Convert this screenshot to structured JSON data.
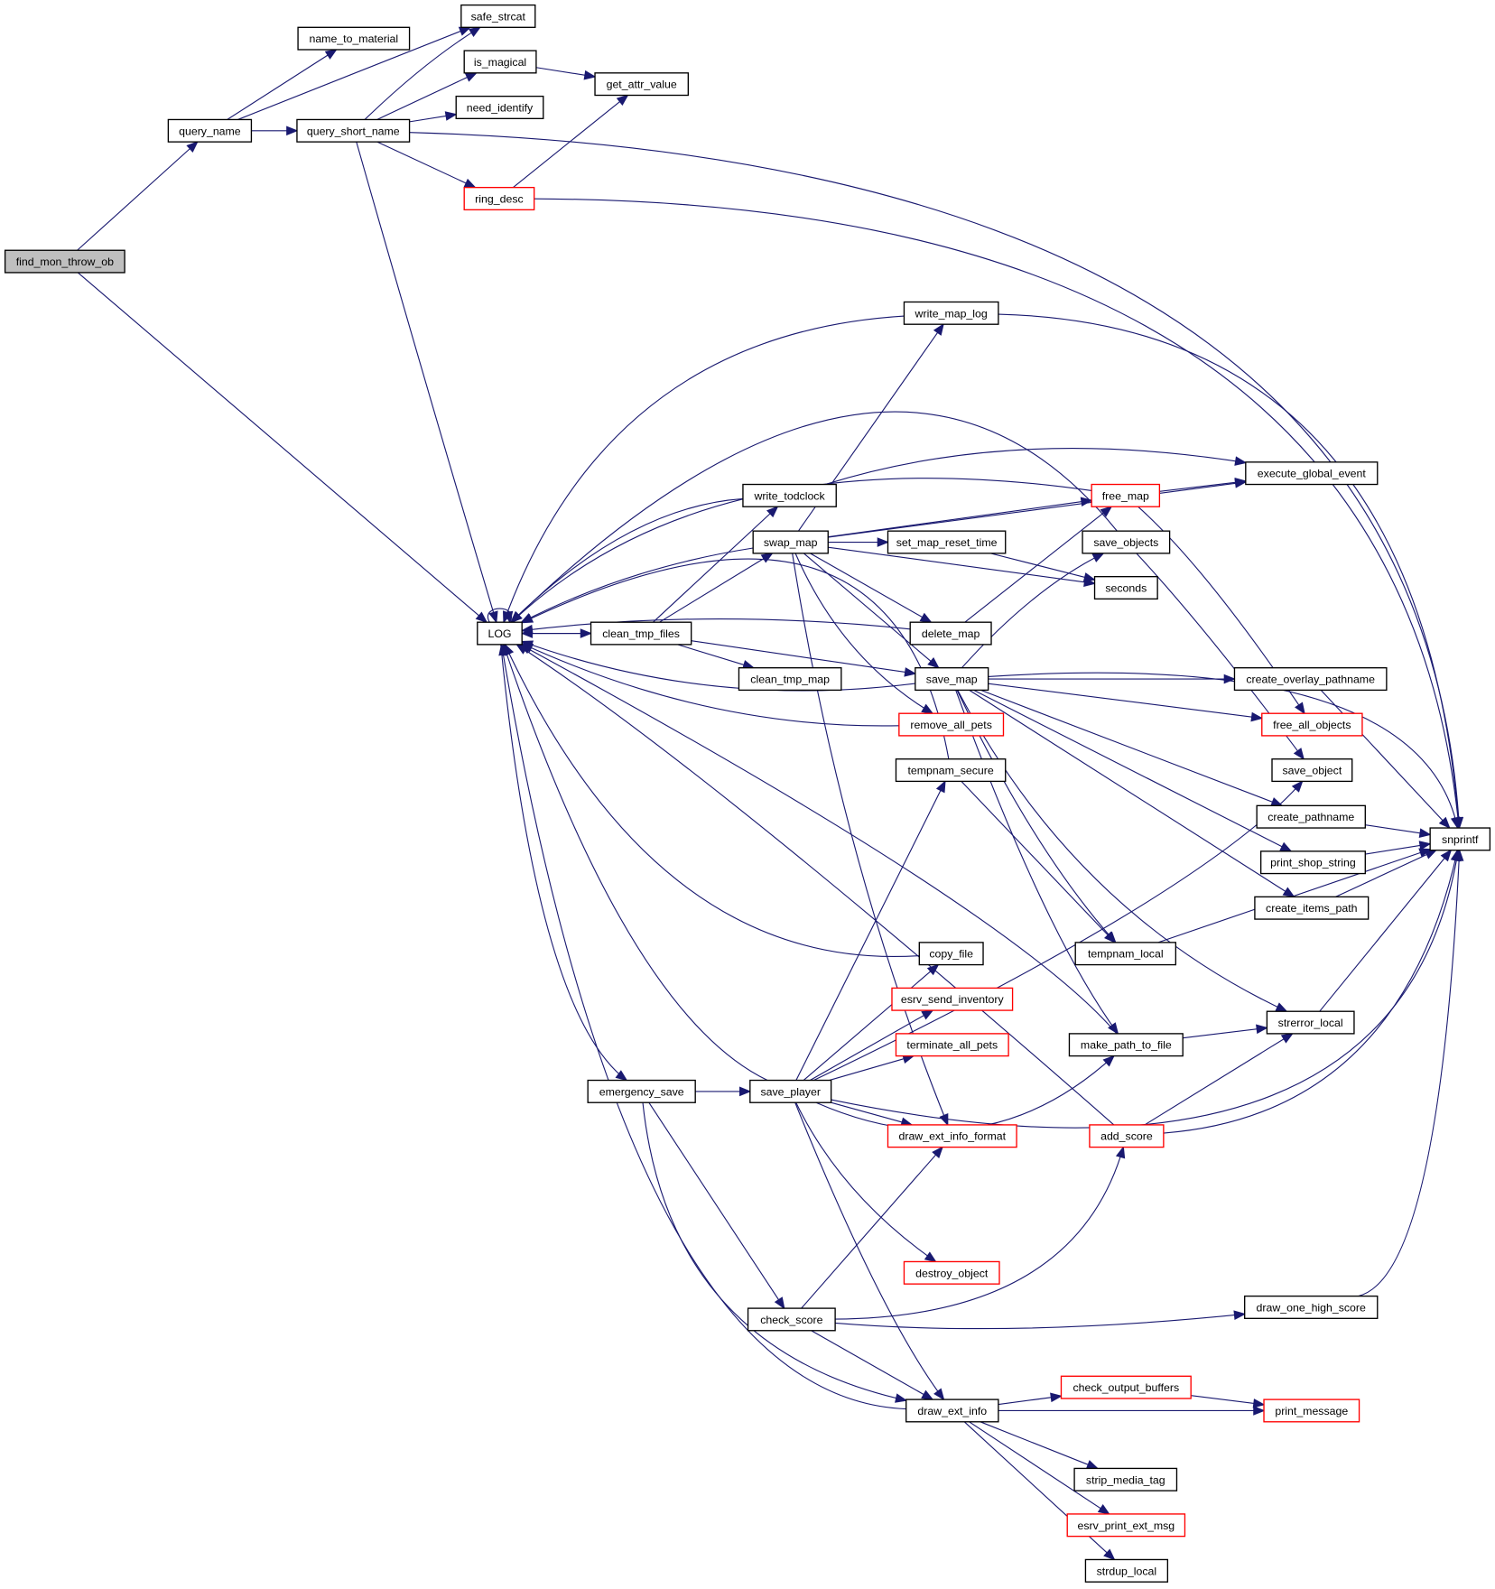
{
  "diagram": {
    "type": "call-graph",
    "colors": {
      "edge": "#191970",
      "node_border": "#000000",
      "node_fill": "#ffffff",
      "root_fill": "#bfbfbf",
      "truncated_border": "#ff0000"
    },
    "nodes": [
      {
        "id": "find_mon_throw_ob",
        "label": "find_mon_throw_ob",
        "style": "root"
      },
      {
        "id": "query_name",
        "label": "query_name",
        "style": "normal"
      },
      {
        "id": "name_to_material",
        "label": "name_to_material",
        "style": "normal"
      },
      {
        "id": "safe_strcat",
        "label": "safe_strcat",
        "style": "normal"
      },
      {
        "id": "query_short_name",
        "label": "query_short_name",
        "style": "normal"
      },
      {
        "id": "is_magical",
        "label": "is_magical",
        "style": "normal"
      },
      {
        "id": "need_identify",
        "label": "need_identify",
        "style": "normal"
      },
      {
        "id": "get_attr_value",
        "label": "get_attr_value",
        "style": "normal"
      },
      {
        "id": "ring_desc",
        "label": "ring_desc",
        "style": "truncated"
      },
      {
        "id": "LOG",
        "label": "LOG",
        "style": "normal"
      },
      {
        "id": "write_map_log",
        "label": "write_map_log",
        "style": "normal"
      },
      {
        "id": "write_todclock",
        "label": "write_todclock",
        "style": "normal"
      },
      {
        "id": "swap_map",
        "label": "swap_map",
        "style": "normal"
      },
      {
        "id": "set_map_reset_time",
        "label": "set_map_reset_time",
        "style": "normal"
      },
      {
        "id": "free_map",
        "label": "free_map",
        "style": "truncated"
      },
      {
        "id": "execute_global_event",
        "label": "execute_global_event",
        "style": "normal"
      },
      {
        "id": "save_objects",
        "label": "save_objects",
        "style": "normal"
      },
      {
        "id": "seconds",
        "label": "seconds",
        "style": "normal"
      },
      {
        "id": "clean_tmp_files",
        "label": "clean_tmp_files",
        "style": "normal"
      },
      {
        "id": "delete_map",
        "label": "delete_map",
        "style": "normal"
      },
      {
        "id": "clean_tmp_map",
        "label": "clean_tmp_map",
        "style": "normal"
      },
      {
        "id": "save_map",
        "label": "save_map",
        "style": "normal"
      },
      {
        "id": "create_overlay_pathname",
        "label": "create_overlay_pathname",
        "style": "normal"
      },
      {
        "id": "remove_all_pets",
        "label": "remove_all_pets",
        "style": "truncated"
      },
      {
        "id": "free_all_objects",
        "label": "free_all_objects",
        "style": "truncated"
      },
      {
        "id": "tempnam_secure",
        "label": "tempnam_secure",
        "style": "normal"
      },
      {
        "id": "save_object",
        "label": "save_object",
        "style": "normal"
      },
      {
        "id": "create_pathname",
        "label": "create_pathname",
        "style": "normal"
      },
      {
        "id": "snprintf",
        "label": "snprintf",
        "style": "normal"
      },
      {
        "id": "print_shop_string",
        "label": "print_shop_string",
        "style": "normal"
      },
      {
        "id": "create_items_path",
        "label": "create_items_path",
        "style": "normal"
      },
      {
        "id": "copy_file",
        "label": "copy_file",
        "style": "normal"
      },
      {
        "id": "tempnam_local",
        "label": "tempnam_local",
        "style": "normal"
      },
      {
        "id": "esrv_send_inventory",
        "label": "esrv_send_inventory",
        "style": "truncated"
      },
      {
        "id": "make_path_to_file",
        "label": "make_path_to_file",
        "style": "normal"
      },
      {
        "id": "strerror_local",
        "label": "strerror_local",
        "style": "normal"
      },
      {
        "id": "terminate_all_pets",
        "label": "terminate_all_pets",
        "style": "truncated"
      },
      {
        "id": "emergency_save",
        "label": "emergency_save",
        "style": "normal"
      },
      {
        "id": "save_player",
        "label": "save_player",
        "style": "normal"
      },
      {
        "id": "draw_ext_info_format",
        "label": "draw_ext_info_format",
        "style": "truncated"
      },
      {
        "id": "add_score",
        "label": "add_score",
        "style": "truncated"
      },
      {
        "id": "destroy_object",
        "label": "destroy_object",
        "style": "truncated"
      },
      {
        "id": "check_score",
        "label": "check_score",
        "style": "normal"
      },
      {
        "id": "draw_one_high_score",
        "label": "draw_one_high_score",
        "style": "normal"
      },
      {
        "id": "check_output_buffers",
        "label": "check_output_buffers",
        "style": "truncated"
      },
      {
        "id": "draw_ext_info",
        "label": "draw_ext_info",
        "style": "normal"
      },
      {
        "id": "print_message",
        "label": "print_message",
        "style": "truncated"
      },
      {
        "id": "strip_media_tag",
        "label": "strip_media_tag",
        "style": "normal"
      },
      {
        "id": "esrv_print_ext_msg",
        "label": "esrv_print_ext_msg",
        "style": "truncated"
      },
      {
        "id": "strdup_local",
        "label": "strdup_local",
        "style": "normal"
      }
    ],
    "edges": [
      [
        "find_mon_throw_ob",
        "query_name"
      ],
      [
        "find_mon_throw_ob",
        "LOG"
      ],
      [
        "query_name",
        "name_to_material"
      ],
      [
        "query_name",
        "safe_strcat"
      ],
      [
        "query_name",
        "query_short_name"
      ],
      [
        "query_short_name",
        "safe_strcat"
      ],
      [
        "query_short_name",
        "is_magical"
      ],
      [
        "query_short_name",
        "need_identify"
      ],
      [
        "query_short_name",
        "ring_desc"
      ],
      [
        "query_short_name",
        "snprintf"
      ],
      [
        "query_short_name",
        "LOG"
      ],
      [
        "is_magical",
        "get_attr_value"
      ],
      [
        "ring_desc",
        "get_attr_value"
      ],
      [
        "ring_desc",
        "snprintf"
      ],
      [
        "LOG",
        "LOG"
      ],
      [
        "LOG",
        "clean_tmp_files"
      ],
      [
        "LOG",
        "emergency_save"
      ],
      [
        "write_map_log",
        "LOG"
      ],
      [
        "write_map_log",
        "snprintf"
      ],
      [
        "write_todclock",
        "LOG"
      ],
      [
        "write_todclock",
        "execute_global_event"
      ],
      [
        "swap_map",
        "LOG"
      ],
      [
        "swap_map",
        "write_map_log"
      ],
      [
        "swap_map",
        "set_map_reset_time"
      ],
      [
        "swap_map",
        "free_map"
      ],
      [
        "swap_map",
        "execute_global_event"
      ],
      [
        "swap_map",
        "seconds"
      ],
      [
        "swap_map",
        "delete_map"
      ],
      [
        "swap_map",
        "save_map"
      ],
      [
        "swap_map",
        "remove_all_pets"
      ],
      [
        "swap_map",
        "draw_ext_info_format"
      ],
      [
        "set_map_reset_time",
        "seconds"
      ],
      [
        "free_map",
        "LOG"
      ],
      [
        "free_map",
        "execute_global_event"
      ],
      [
        "free_map",
        "free_all_objects"
      ],
      [
        "save_objects",
        "LOG"
      ],
      [
        "save_objects",
        "save_object"
      ],
      [
        "clean_tmp_files",
        "LOG"
      ],
      [
        "clean_tmp_files",
        "write_todclock"
      ],
      [
        "clean_tmp_files",
        "swap_map"
      ],
      [
        "clean_tmp_files",
        "clean_tmp_map"
      ],
      [
        "clean_tmp_files",
        "save_map"
      ],
      [
        "delete_map",
        "LOG"
      ],
      [
        "delete_map",
        "free_map"
      ],
      [
        "save_map",
        "LOG"
      ],
      [
        "save_map",
        "save_objects"
      ],
      [
        "save_map",
        "create_overlay_pathname"
      ],
      [
        "save_map",
        "free_all_objects"
      ],
      [
        "save_map",
        "create_pathname"
      ],
      [
        "save_map",
        "print_shop_string"
      ],
      [
        "save_map",
        "create_items_path"
      ],
      [
        "save_map",
        "tempnam_local"
      ],
      [
        "save_map",
        "make_path_to_file"
      ],
      [
        "save_map",
        "strerror_local"
      ],
      [
        "save_map",
        "snprintf"
      ],
      [
        "remove_all_pets",
        "LOG"
      ],
      [
        "tempnam_secure",
        "LOG"
      ],
      [
        "tempnam_secure",
        "tempnam_local"
      ],
      [
        "create_overlay_pathname",
        "snprintf"
      ],
      [
        "create_pathname",
        "snprintf"
      ],
      [
        "print_shop_string",
        "snprintf"
      ],
      [
        "create_items_path",
        "snprintf"
      ],
      [
        "tempnam_local",
        "snprintf"
      ],
      [
        "copy_file",
        "LOG"
      ],
      [
        "make_path_to_file",
        "LOG"
      ],
      [
        "make_path_to_file",
        "strerror_local"
      ],
      [
        "strerror_local",
        "snprintf"
      ],
      [
        "emergency_save",
        "save_player"
      ],
      [
        "emergency_save",
        "check_score"
      ],
      [
        "emergency_save",
        "draw_ext_info"
      ],
      [
        "save_player",
        "LOG"
      ],
      [
        "save_player",
        "tempnam_secure"
      ],
      [
        "save_player",
        "copy_file"
      ],
      [
        "save_player",
        "esrv_send_inventory"
      ],
      [
        "save_player",
        "terminate_all_pets"
      ],
      [
        "save_player",
        "draw_ext_info_format"
      ],
      [
        "save_player",
        "make_path_to_file"
      ],
      [
        "save_player",
        "save_object"
      ],
      [
        "save_player",
        "destroy_object"
      ],
      [
        "save_player",
        "draw_ext_info"
      ],
      [
        "save_player",
        "snprintf"
      ],
      [
        "add_score",
        "LOG"
      ],
      [
        "add_score",
        "strerror_local"
      ],
      [
        "add_score",
        "snprintf"
      ],
      [
        "check_score",
        "draw_ext_info_format"
      ],
      [
        "check_score",
        "add_score"
      ],
      [
        "check_score",
        "draw_one_high_score"
      ],
      [
        "check_score",
        "draw_ext_info"
      ],
      [
        "draw_one_high_score",
        "snprintf"
      ],
      [
        "draw_ext_info",
        "LOG"
      ],
      [
        "draw_ext_info",
        "check_output_buffers"
      ],
      [
        "draw_ext_info",
        "print_message"
      ],
      [
        "draw_ext_info",
        "strip_media_tag"
      ],
      [
        "draw_ext_info",
        "esrv_print_ext_msg"
      ],
      [
        "draw_ext_info",
        "strdup_local"
      ],
      [
        "check_output_buffers",
        "print_message"
      ]
    ]
  }
}
